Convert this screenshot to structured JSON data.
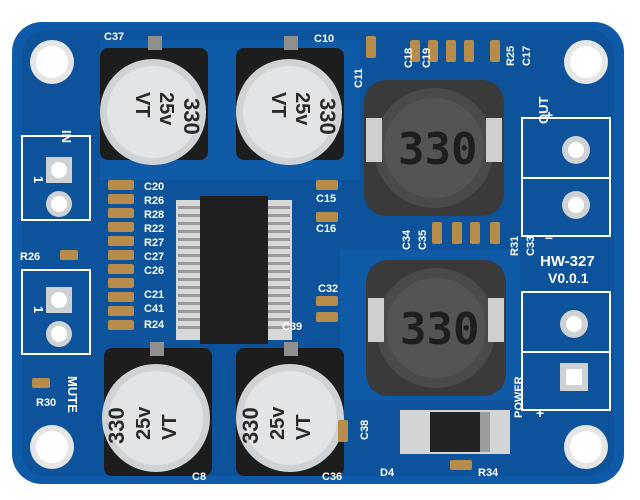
{
  "board": {
    "model": "HW-327",
    "version": "V0.0.1"
  },
  "capacitors": {
    "marking_value": "330",
    "marking_voltage": "25v",
    "marking_series": "VT",
    "labels": [
      "C37",
      "C10",
      "C36"
    ]
  },
  "inductors": {
    "marking": "330"
  },
  "connectors": {
    "in_label": "IN",
    "in_pin": "1",
    "mute_label": "MUTE",
    "mute_pin": "1",
    "out_label": "OUT",
    "out_plus": "+",
    "out_minus": "–",
    "power_label": "POWER",
    "power_minus": "–",
    "power_plus": "+"
  },
  "silkscreen": {
    "c11": "C11",
    "c18": "C18",
    "c19": "C19",
    "r25": "R25",
    "c17": "C17",
    "c20": "C20",
    "r26a": "R26",
    "r28": "R28",
    "r22": "R22",
    "r27": "R27",
    "c27": "C27",
    "c26": "C26",
    "c21": "C21",
    "c41": "C41",
    "r24": "R24",
    "c15": "C15",
    "c16": "C16",
    "c34": "C34",
    "c35": "C35",
    "r31": "R31",
    "c33": "C33",
    "r26b": "R26",
    "c32": "C32",
    "c39": "C39",
    "r30": "R30",
    "c38": "C38",
    "d4": "D4",
    "r34": "R34",
    "c8": "C8"
  },
  "colors": {
    "pcb": "#0f5aa8",
    "pcb_dark": "#0b4686",
    "trace": "#1b6fc4",
    "silk": "#ffffff",
    "cap_sleeve": "#cfd3d6",
    "inductor_body": "#4a4a4a",
    "ic_body": "#1e1e1e",
    "pad": "#d7d9db",
    "smd": "#b88c4a"
  }
}
